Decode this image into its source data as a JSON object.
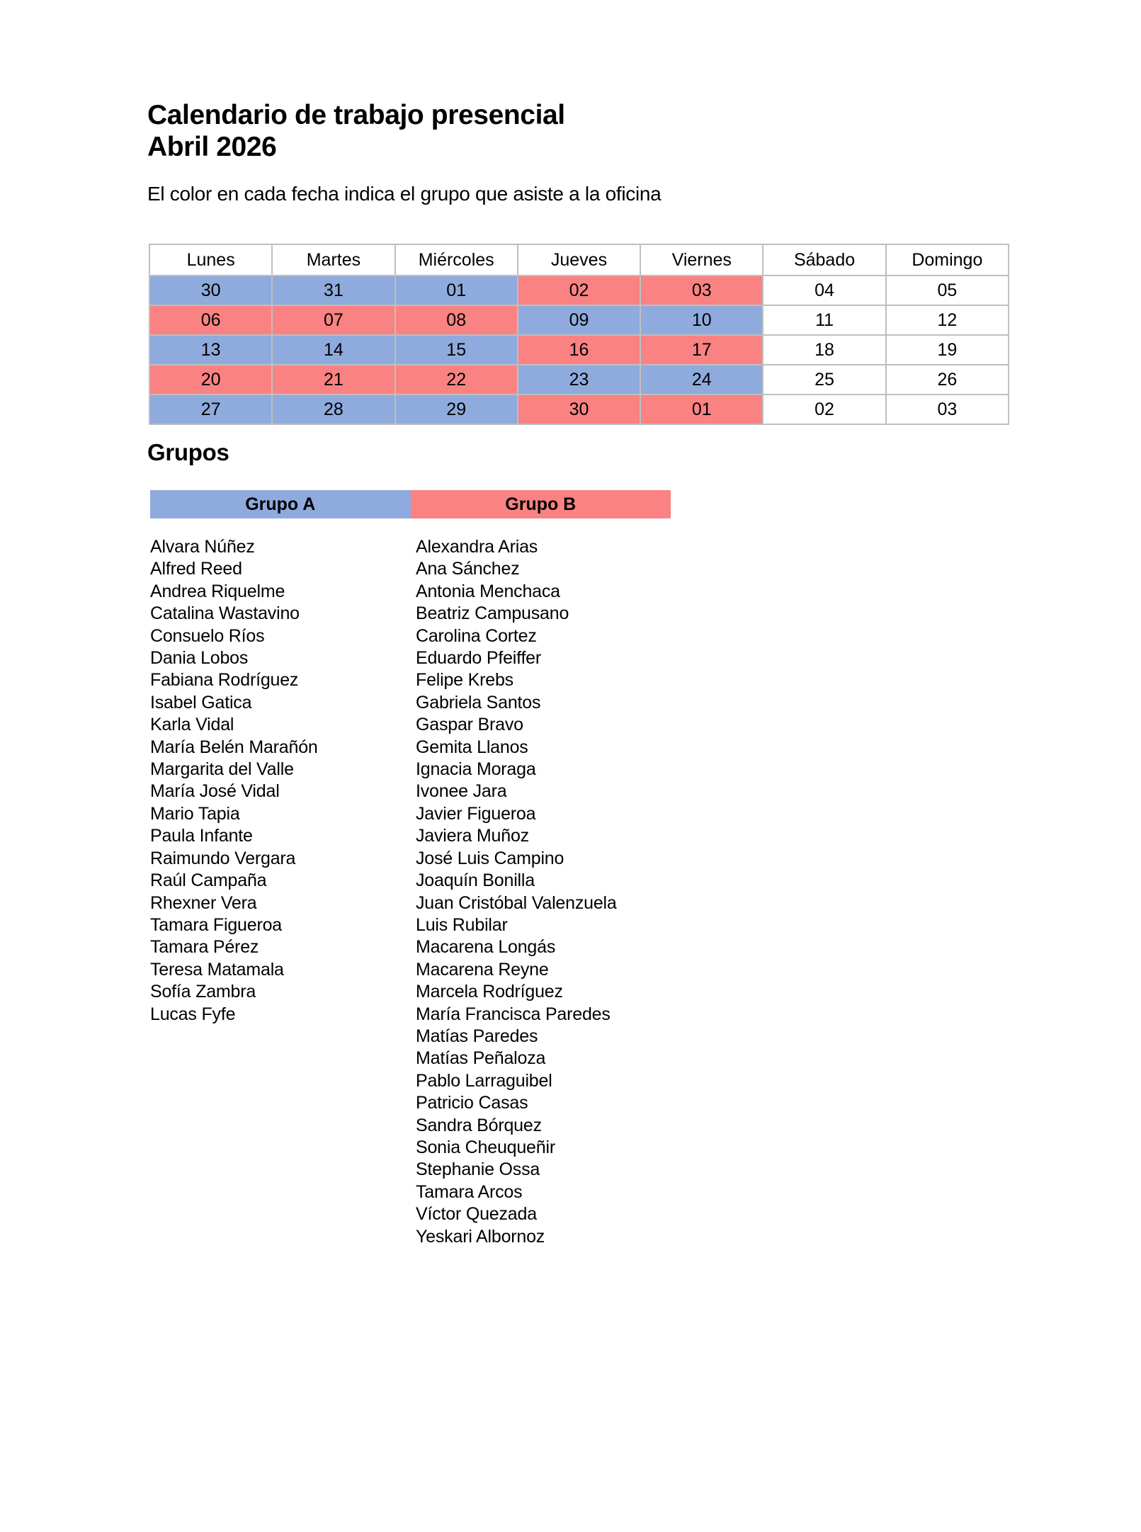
{
  "document": {
    "title": "Calendario de trabajo presencial",
    "subtitle": "Abril 2026",
    "note": "El color en cada fecha indica el grupo que asiste  a la oficina"
  },
  "colors": {
    "group_a": "#8faadc",
    "group_b": "#fa8282",
    "none": "#ffffff",
    "grid_border": "#bfbfbf"
  },
  "calendar": {
    "headers": [
      "Lunes",
      "Martes",
      "Miércoles",
      "Jueves",
      "Viernes",
      "Sábado",
      "Domingo"
    ],
    "rows": [
      [
        {
          "day": "30",
          "group": "A"
        },
        {
          "day": "31",
          "group": "A"
        },
        {
          "day": "01",
          "group": "A"
        },
        {
          "day": "02",
          "group": "B"
        },
        {
          "day": "03",
          "group": "B"
        },
        {
          "day": "04",
          "group": ""
        },
        {
          "day": "05",
          "group": ""
        }
      ],
      [
        {
          "day": "06",
          "group": "B"
        },
        {
          "day": "07",
          "group": "B"
        },
        {
          "day": "08",
          "group": "B"
        },
        {
          "day": "09",
          "group": "A"
        },
        {
          "day": "10",
          "group": "A"
        },
        {
          "day": "11",
          "group": ""
        },
        {
          "day": "12",
          "group": ""
        }
      ],
      [
        {
          "day": "13",
          "group": "A"
        },
        {
          "day": "14",
          "group": "A"
        },
        {
          "day": "15",
          "group": "A"
        },
        {
          "day": "16",
          "group": "B"
        },
        {
          "day": "17",
          "group": "B"
        },
        {
          "day": "18",
          "group": ""
        },
        {
          "day": "19",
          "group": ""
        }
      ],
      [
        {
          "day": "20",
          "group": "B"
        },
        {
          "day": "21",
          "group": "B"
        },
        {
          "day": "22",
          "group": "B"
        },
        {
          "day": "23",
          "group": "A"
        },
        {
          "day": "24",
          "group": "A"
        },
        {
          "day": "25",
          "group": ""
        },
        {
          "day": "26",
          "group": ""
        }
      ],
      [
        {
          "day": "27",
          "group": "A"
        },
        {
          "day": "28",
          "group": "A"
        },
        {
          "day": "29",
          "group": "A"
        },
        {
          "day": "30",
          "group": "B"
        },
        {
          "day": "01",
          "group": "B"
        },
        {
          "day": "02",
          "group": ""
        },
        {
          "day": "03",
          "group": ""
        }
      ]
    ]
  },
  "groups_section": {
    "heading": "Grupos",
    "group_a_label": "Grupo A",
    "group_b_label": "Grupo B",
    "group_a_members": [
      "Alvara Núñez",
      "Alfred Reed",
      "Andrea Riquelme",
      "Catalina Wastavino",
      "Consuelo Ríos",
      "Dania Lobos",
      "Fabiana Rodríguez",
      "Isabel Gatica",
      "Karla Vidal",
      "María Belén Marañón",
      "Margarita del Valle",
      "María José Vidal",
      "Mario Tapia",
      "Paula Infante",
      "Raimundo Vergara",
      "Raúl Campaña",
      "Rhexner Vera",
      "Tamara Figueroa",
      "Tamara Pérez",
      "Teresa Matamala",
      "Sofía Zambra",
      " Lucas Fyfe"
    ],
    "group_b_members": [
      "Alexandra Arias",
      "Ana Sánchez",
      "Antonia Menchaca",
      "Beatriz Campusano",
      "Carolina Cortez",
      "Eduardo Pfeiffer",
      "Felipe Krebs",
      "Gabriela Santos",
      "Gaspar Bravo",
      "Gemita Llanos",
      "Ignacia Moraga",
      "Ivonee Jara",
      "Javier Figueroa",
      "Javiera Muñoz",
      "José Luis Campino",
      "Joaquín Bonilla",
      "Juan Cristóbal Valenzuela",
      "Luis Rubilar",
      "Macarena Longás",
      "Macarena Reyne",
      "Marcela Rodríguez",
      "María Francisca Paredes",
      "Matías Paredes",
      "Matías Peñaloza",
      "Pablo Larraguibel",
      "Patricio Casas",
      "Sandra Bórquez",
      "Sonia Cheuqueñir",
      "Stephanie Ossa",
      "Tamara Arcos",
      "Víctor Quezada",
      "Yeskari Albornoz"
    ]
  }
}
